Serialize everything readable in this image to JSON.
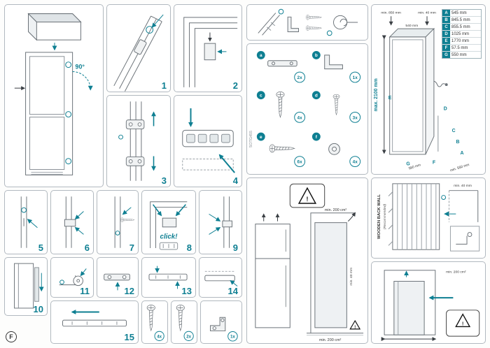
{
  "page": {
    "label_badge": "F",
    "side_code": "SOTG455"
  },
  "steps": [
    "1",
    "2",
    "3",
    "4",
    "5",
    "6",
    "7",
    "8",
    "9",
    "10",
    "11",
    "12",
    "13",
    "14",
    "15"
  ],
  "overview": {
    "angle": "90°"
  },
  "click": {
    "label": "click!"
  },
  "fasteners": {
    "items": [
      {
        "id": "a",
        "qty": "2x"
      },
      {
        "id": "b",
        "qty": "1x"
      },
      {
        "id": "c",
        "qty": "4x"
      },
      {
        "id": "d",
        "qty": "3x"
      },
      {
        "id": "e",
        "qty": "6x"
      },
      {
        "id": "f",
        "qty": "4x"
      }
    ]
  },
  "bottom_parts": [
    {
      "qty": "4x"
    },
    {
      "qty": "2x"
    },
    {
      "qty": "1x"
    }
  ],
  "dimensions": {
    "height_label": "max. 2100 mm",
    "top_label_1": "min. 850 mm",
    "top_label_2": "min. 40 mm",
    "width_label": "540 mm",
    "depth_label": "min. 550 mm",
    "bottom_label": "560 mm",
    "markers": [
      "A",
      "B",
      "C",
      "D",
      "E",
      "F",
      "G"
    ],
    "table": {
      "rows": [
        {
          "k": "A",
          "v": "545 mm"
        },
        {
          "k": "B",
          "v": "845.5 mm"
        },
        {
          "k": "C",
          "v": "855.5 mm"
        },
        {
          "k": "D",
          "v": "1025 mm"
        },
        {
          "k": "E",
          "v": "1770 mm"
        },
        {
          "k": "F",
          "v": "57.5 mm"
        },
        {
          "k": "G",
          "v": "550 mm"
        }
      ]
    }
  },
  "clearance": {
    "warning": "!",
    "vent_top": "min. 200 cm²",
    "vent_bottom": "min. 200 cm²",
    "gap_rear": "min. 40 mm"
  },
  "backwall": {
    "title": "WOODEN BACK WALL",
    "subtitle": "(Recommended)",
    "gap": "min. 40 mm"
  },
  "install": {
    "warning": "!"
  }
}
